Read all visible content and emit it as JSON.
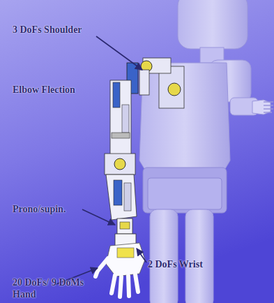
{
  "diagram": {
    "labels": [
      "3 DoFs Shoulder",
      "Elbow Flection",
      "Prono/supin.",
      "2 DoFs Wrist",
      "20 DoFs/ 9 DoMs Hand"
    ]
  }
}
